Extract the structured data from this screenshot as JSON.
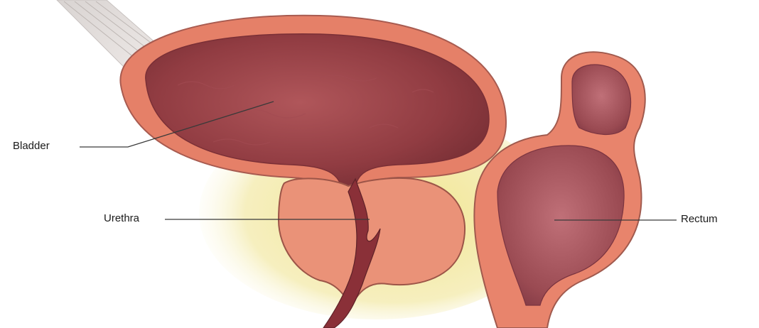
{
  "labels": {
    "bladder": "Bladder",
    "urethra": "Urethra",
    "rectum": "Rectum"
  },
  "colors": {
    "wall": "#e8826a",
    "wall_dark": "#c9604a",
    "lumen": "#8e3a40",
    "lumen_light": "#b65a5e",
    "prostate": "#e9937a",
    "fat": "#f2e9a0",
    "outline": "#b86a5e",
    "leader": "#3a3a3a"
  }
}
